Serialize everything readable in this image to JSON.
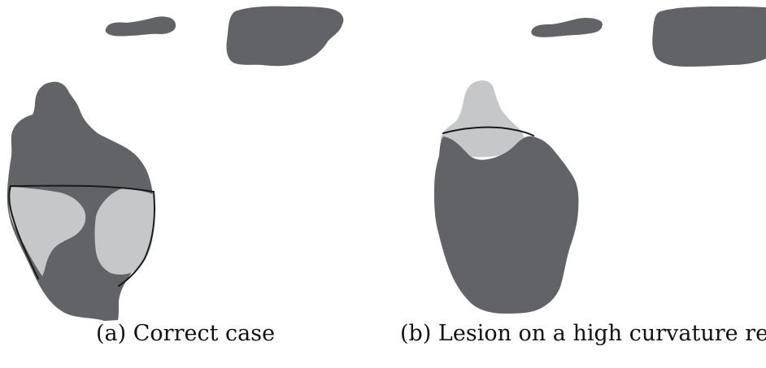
{
  "colors": {
    "background": "#ffffff",
    "organ": "#626366",
    "lesion": "#c6c7c9",
    "boundary": "#1a1a1a",
    "caption_text": "#111111"
  },
  "panels": [
    {
      "id": "a",
      "caption": "(a) Correct case"
    },
    {
      "id": "b",
      "caption": "(b) Lesion on a high curvature regi"
    }
  ]
}
